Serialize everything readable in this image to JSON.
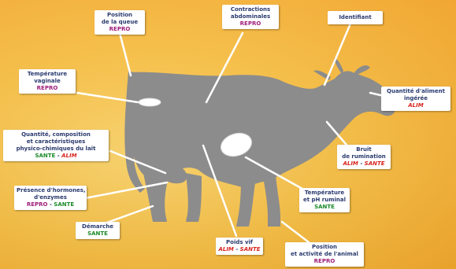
{
  "labels": {
    "queue": {
      "lines": [
        "Position",
        "de la queue"
      ],
      "tags": [
        "REPRO"
      ]
    },
    "contractions": {
      "lines": [
        "Contractions",
        "abdominales"
      ],
      "tags": [
        "REPRO"
      ]
    },
    "identifiant": {
      "lines": [
        "Identifiant"
      ],
      "tags": []
    },
    "temp_vag": {
      "lines": [
        "Température",
        "vaginale"
      ],
      "tags": [
        "REPRO"
      ]
    },
    "aliment": {
      "lines": [
        "Quantité d'aliment",
        "ingérée"
      ],
      "tags": [
        "ALIM"
      ]
    },
    "lait": {
      "lines": [
        "Quantité,  composition",
        "et caractéristiques",
        "physico-chimiques du lait"
      ],
      "tags": [
        "SANTE",
        "ALIM"
      ]
    },
    "rumination": {
      "lines": [
        "Bruit",
        "de rumination"
      ],
      "tags": [
        "ALIM",
        "SANTE"
      ]
    },
    "hormones": {
      "lines": [
        "Présence d'hormones,",
        "d'enzymes"
      ],
      "tags": [
        "REPRO",
        "SANTE"
      ]
    },
    "temp_rum": {
      "lines": [
        "Température",
        "et pH ruminal"
      ],
      "tags": [
        "SANTE"
      ]
    },
    "demarche": {
      "lines": [
        "Démarche"
      ],
      "tags": [
        "SANTE"
      ]
    },
    "poids": {
      "lines": [
        "Poids vif"
      ],
      "tags": [
        "ALIM",
        "SANTE"
      ]
    },
    "position": {
      "lines": [
        "Position",
        "et activité de l'animal"
      ],
      "tags": [
        "REPRO"
      ]
    }
  },
  "colors": {
    "background": "#f7bf45",
    "cow": "#8c8c8c",
    "repro": "#9e1e7a",
    "sante": "#1b8a2a",
    "alim": "#d8231c",
    "text": "#2a3a6e"
  }
}
